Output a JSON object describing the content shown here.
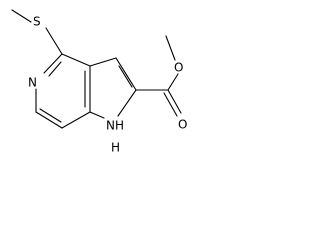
{
  "structure": {
    "atoms": {
      "sulfur": "S",
      "pyridine_nitrogen": "N",
      "ether_oxygen": "O",
      "carbonyl_oxygen": "O",
      "pyrrole_nh": "NH",
      "pyrrole_h": "H"
    },
    "colors": {
      "bond": "#000000",
      "label": "#000000",
      "background": "#ffffff"
    }
  }
}
